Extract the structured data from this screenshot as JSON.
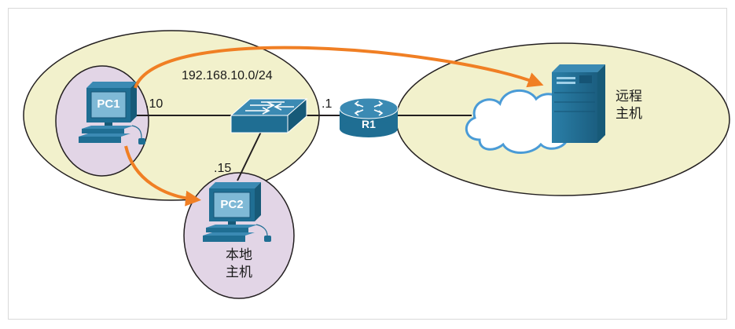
{
  "network_label": "192.168.10.0/24",
  "pc1": {
    "name": "PC1",
    "addr_suffix": ".10"
  },
  "pc2": {
    "name": "PC2",
    "addr_suffix": ".15"
  },
  "router": {
    "name": "R1",
    "addr_suffix": ".1"
  },
  "local_host_label": [
    "本地",
    "主机"
  ],
  "remote_host_label": [
    "远程",
    "主机"
  ],
  "colors": {
    "local_zone": "#f2f1cc",
    "host_zone": "#e2d5e6",
    "device": "#1f6e93",
    "arrow": "#f07f24",
    "cloud": "#4a9bd6"
  }
}
